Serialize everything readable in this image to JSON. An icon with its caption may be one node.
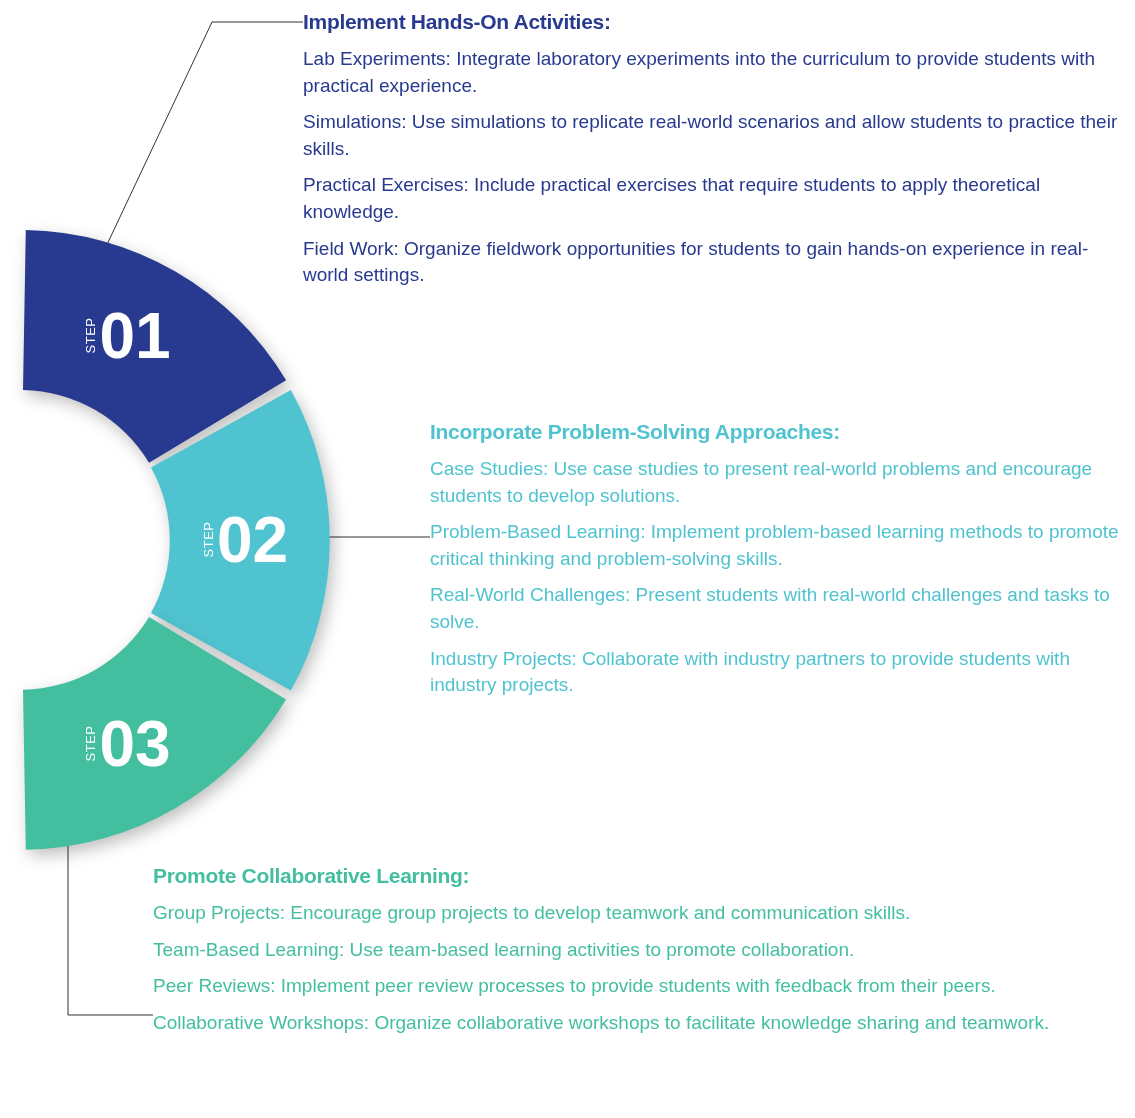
{
  "diagram": {
    "nodes": [
      {
        "text": [
          "STEP",
          "01"
        ]
      },
      {
        "text": [
          "Implement Hands-On Activities:",
          "Lab Experiments: Integrate laboratory experiments into the curriculum to provide students with practical experience.",
          "Simulations: Use simulations to replicate real-world scenarios and allow students to practice their skills.",
          "Practical Exercises: Include practical exercises that require students to apply theoretical knowledge.",
          "Field Work: Organize fieldwork opportunities for students to gain hands-on experience in real-world settings."
        ]
      },
      {
        "text": [
          "STEP",
          "02"
        ]
      },
      {
        "text": [
          "Incorporate Problem-Solving Approaches:",
          "Case Studies: Use case studies to present real-world problems and encourage students to develop solutions.",
          "Problem-Based Learning: Implement problem-based learning methods to promote critical thinking and problem-solving skills.",
          "Real-World Challenges: Present students with real-world challenges and tasks to solve.",
          "Industry Projects: Collaborate with industry partners to provide students with industry projects."
        ]
      },
      {
        "text": [
          "STEP",
          "03"
        ]
      },
      {
        "text": [
          "Promote Collaborative Learning:",
          "Group Projects: Encourage group projects to develop teamwork and communication skills.",
          "Team-Based Learning: Use team-based learning activities to promote collaboration.",
          "Peer Reviews: Implement peer review processes to provide students with feedback from their peers.",
          "Collaborative Workshops: Organize collaborative workshops to facilitate knowledge sharing and teamwork."
        ]
      }
    ],
    "edges": [
      {
        "from": 1,
        "to": 0,
        "arrow": "none"
      },
      {
        "from": 3,
        "to": 2,
        "arrow": "none"
      },
      {
        "from": 5,
        "to": 4,
        "arrow": "none"
      }
    ]
  }
}
